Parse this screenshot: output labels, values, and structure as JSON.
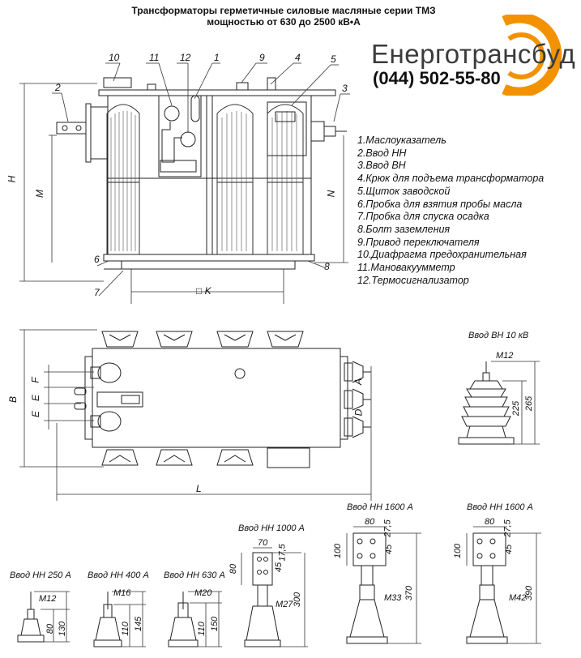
{
  "title": {
    "line1": "Трансформаторы герметичные силовые масляные серии ТМЗ",
    "line2": "мощностью от  630  до  2500 кВ•А"
  },
  "brand": {
    "name": "Енерготрансбуд",
    "phone": "(044) 502-55-80",
    "accent": "#f39200"
  },
  "callouts": [
    "10",
    "11",
    "12",
    "1",
    "9",
    "4",
    "5",
    "2",
    "3",
    "6",
    "8",
    "7"
  ],
  "legend": [
    "1.Маслоуказатель",
    "2.Ввод НН",
    "3.Ввод ВН",
    "4.Крюк для подъема трансформатора",
    "5.Щиток заводской",
    "6.Пробка для взятия пробы масла",
    "7.Пробка для спуска осадка",
    "8.Болт заземления",
    "9.Привод переключателя",
    "10.Диафрагма предохранительная",
    "11.Мановакуумметр",
    "12.Термосигнализатор"
  ],
  "dims": {
    "H": "H",
    "M": "M",
    "N": "N",
    "K": "□ K",
    "B": "B",
    "L": "L",
    "A": "A",
    "D": "D",
    "E1": "E",
    "E2": "E",
    "F": "F"
  },
  "insert_vn": {
    "title": "Ввод ВН 10 кВ",
    "m": "M12",
    "h1": "225",
    "h2": "265"
  },
  "insert_250": {
    "title": "Ввод НН 250 А",
    "m": "M12",
    "h1": "80",
    "h2": "130"
  },
  "insert_400": {
    "title": "Ввод НН 400 А",
    "m": "M16",
    "h1": "110",
    "h2": "145"
  },
  "insert_630": {
    "title": "Ввод НН 630 А",
    "m": "M20",
    "h1": "110",
    "h2": "150"
  },
  "insert_1000": {
    "title": "Ввод НН 1000 А",
    "w": "70",
    "a": "17,5",
    "b": "45",
    "c": "80",
    "m": "M27",
    "h": "300"
  },
  "insert_1600a": {
    "title": "Ввод НН 1600 А",
    "w": "80",
    "a": "27,5",
    "b": "45",
    "c": "100",
    "m": "M33",
    "h": "370"
  },
  "insert_1600b": {
    "title": "Ввод НН 1600 А",
    "w": "80",
    "a": "27,5",
    "b": "45",
    "c": "100",
    "m": "M42",
    "h": "390"
  }
}
